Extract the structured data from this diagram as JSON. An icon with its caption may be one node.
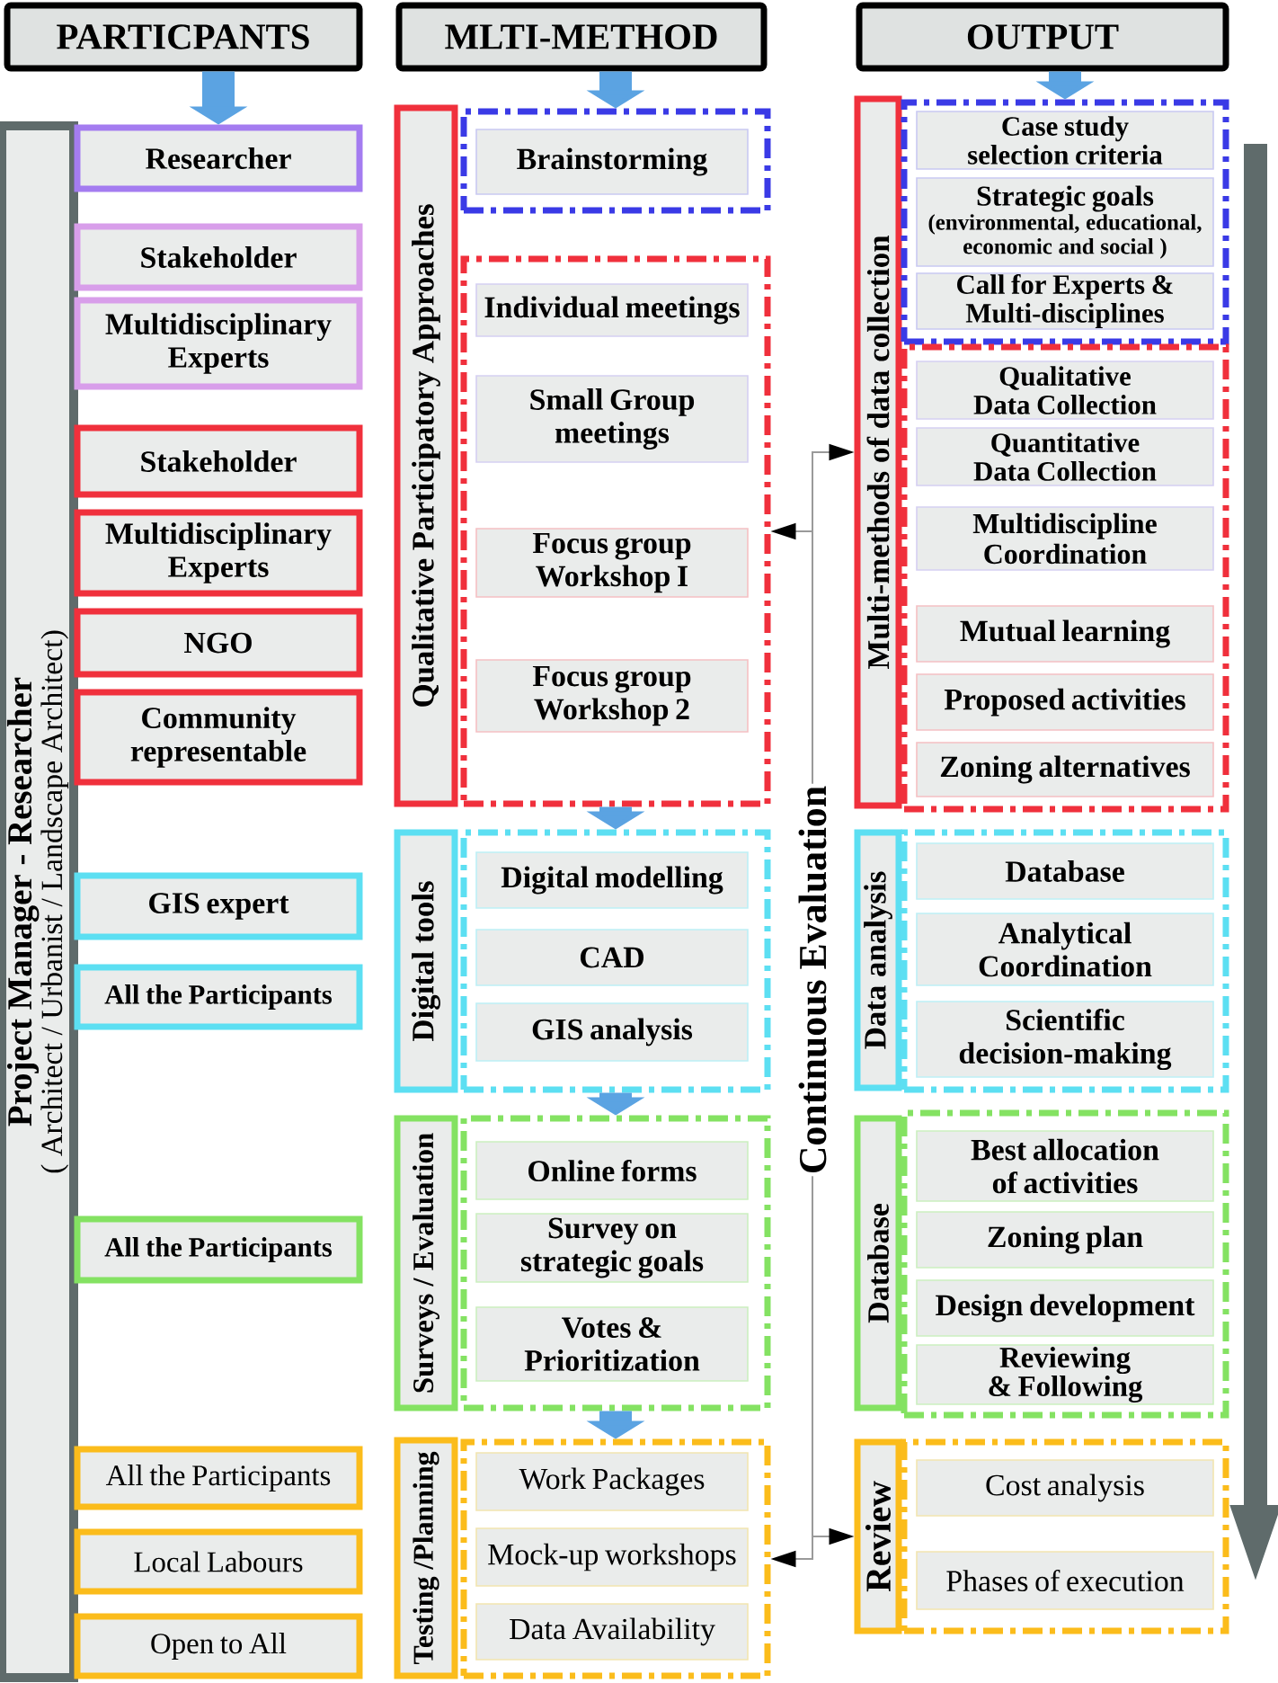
{
  "diagram": {
    "nodes": [
      {
        "text": [
          "PARTICPANTS"
        ]
      },
      {
        "text": [
          "MLTI-METHOD"
        ]
      },
      {
        "text": [
          "OUTPUT"
        ]
      },
      {
        "text": [
          "Project Manager - Researcher",
          "( Architect / Urbanist / Landscape Architect)"
        ]
      },
      {
        "text": [
          "Researcher"
        ]
      },
      {
        "text": [
          "Stakeholder"
        ]
      },
      {
        "text": [
          "Multidisciplinary Experts"
        ]
      },
      {
        "text": [
          "Stakeholder"
        ]
      },
      {
        "text": [
          "Multidisciplinary Experts"
        ]
      },
      {
        "text": [
          "NGO"
        ]
      },
      {
        "text": [
          "Community representable"
        ]
      },
      {
        "text": [
          "GIS expert"
        ]
      },
      {
        "text": [
          "All the Participants"
        ]
      },
      {
        "text": [
          "All the Participants"
        ]
      },
      {
        "text": [
          "All the Participants"
        ]
      },
      {
        "text": [
          "Local Labours"
        ]
      },
      {
        "text": [
          "Open to All"
        ]
      },
      {
        "text": [
          "Qualitative Participatory Approaches"
        ]
      },
      {
        "text": [],
        "shape": "box"
      },
      {
        "text": [
          "Brainstorming"
        ],
        "in": 18
      },
      {
        "text": [],
        "shape": "box"
      },
      {
        "text": [
          "Individual meetings"
        ],
        "in": 20
      },
      {
        "text": [
          "Small Group meetings"
        ],
        "in": 20
      },
      {
        "text": [
          "Focus group Workshop I"
        ],
        "in": 20
      },
      {
        "text": [
          "Focus group Workshop 2"
        ],
        "in": 20
      },
      {
        "text": [
          "Digital tools"
        ]
      },
      {
        "text": [],
        "shape": "box"
      },
      {
        "text": [
          "Digital modelling"
        ],
        "in": 26
      },
      {
        "text": [
          "CAD"
        ],
        "in": 26
      },
      {
        "text": [
          "GIS analysis"
        ],
        "in": 26
      },
      {
        "text": [
          "Surveys / Evaluation"
        ]
      },
      {
        "text": [],
        "shape": "box"
      },
      {
        "text": [
          "Online forms"
        ],
        "in": 31
      },
      {
        "text": [
          "Survey on strategic goals"
        ],
        "in": 31
      },
      {
        "text": [
          "Votes & Prioritization"
        ],
        "in": 31
      },
      {
        "text": [
          "Testing /Planning"
        ]
      },
      {
        "text": [],
        "shape": "box"
      },
      {
        "text": [
          "Work Packages"
        ],
        "in": 36
      },
      {
        "text": [
          "Mock-up workshops"
        ],
        "in": 36
      },
      {
        "text": [
          "Data Availability"
        ],
        "in": 36
      },
      {
        "text": [
          "Continuous Evaluation"
        ]
      },
      {
        "text": [
          "Multi-methods of data collection"
        ]
      },
      {
        "text": [],
        "shape": "box"
      },
      {
        "text": [
          "Case study selection criteria"
        ],
        "in": 42
      },
      {
        "text": [
          "Strategic goals",
          "(environmental, educational, economic and social )"
        ],
        "in": 42
      },
      {
        "text": [
          "Call for Experts & Multi-disciplines"
        ],
        "in": 42
      },
      {
        "text": [],
        "shape": "box"
      },
      {
        "text": [
          "Qualitative Data Collection"
        ],
        "in": 46
      },
      {
        "text": [
          "Quantitative Data Collection"
        ],
        "in": 46
      },
      {
        "text": [
          "Multidiscipline Coordination"
        ],
        "in": 46
      },
      {
        "text": [
          "Mutual learning"
        ],
        "in": 46
      },
      {
        "text": [
          "Proposed activities"
        ],
        "in": 46
      },
      {
        "text": [
          "Zoning alternatives"
        ],
        "in": 46
      },
      {
        "text": [
          "Data analysis"
        ]
      },
      {
        "text": [],
        "shape": "box"
      },
      {
        "text": [
          "Database"
        ],
        "in": 54
      },
      {
        "text": [
          "Analytical Coordination"
        ],
        "in": 54
      },
      {
        "text": [
          "Scientific decision-making"
        ],
        "in": 54
      },
      {
        "text": [
          "Database"
        ]
      },
      {
        "text": [],
        "shape": "box"
      },
      {
        "text": [
          "Best allocation of activities"
        ],
        "in": 59
      },
      {
        "text": [
          "Zoning plan"
        ],
        "in": 59
      },
      {
        "text": [
          "Design development"
        ],
        "in": 59
      },
      {
        "text": [
          "Reviewing & Following"
        ],
        "in": 59
      },
      {
        "text": [
          "Review"
        ]
      },
      {
        "text": [],
        "shape": "box"
      },
      {
        "text": [
          "Cost analysis"
        ],
        "in": 65
      },
      {
        "text": [
          "Phases of execution"
        ],
        "in": 65
      }
    ],
    "edges": [
      {
        "from": 0,
        "to": 4,
        "arrow": "to"
      },
      {
        "from": 1,
        "to": 18,
        "arrow": "to"
      },
      {
        "from": 2,
        "to": 42,
        "arrow": "to"
      },
      {
        "from": 20,
        "to": 26,
        "arrow": "to"
      },
      {
        "from": 26,
        "to": 31,
        "arrow": "to"
      },
      {
        "from": 31,
        "to": 36,
        "arrow": "to"
      },
      {
        "from": 40,
        "to": 41,
        "arrow": "to",
        "color": "#9a9a9a"
      },
      {
        "from": 40,
        "to": 20,
        "arrow": "to",
        "color": "#9a9a9a"
      },
      {
        "from": 40,
        "to": 64,
        "arrow": "to",
        "color": "#9a9a9a"
      },
      {
        "from": 40,
        "to": 36,
        "arrow": "to",
        "color": "#9a9a9a"
      }
    ]
  }
}
